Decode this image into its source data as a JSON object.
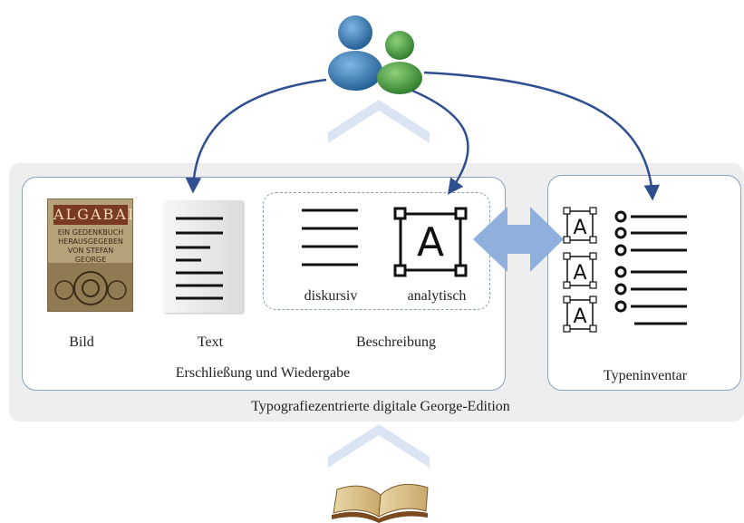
{
  "diagram": {
    "labels": {
      "bild": "Bild",
      "text": "Text",
      "beschreibung": "Beschreibung",
      "diskursiv": "diskursiv",
      "analytisch": "analytisch",
      "main_box": "Erschließung und Wiedergabe",
      "right_box": "Typeninventar",
      "outer": "Typografiezentrierte digitale George-Edition"
    },
    "book_cover": {
      "title": "ALGABAL",
      "text": "EIN GEDENKBUCH HERAUSGEGEBEN VON STEFAN GEORGE"
    },
    "icon_letter": "A",
    "colors": {
      "arrow": "#2f4f8f",
      "double_arrow": "#8fb0dc",
      "chevron": "#dbe4f2",
      "box_border": "#8ea2bf",
      "user_blue": "#2f6fa8",
      "user_green": "#3c8f3a"
    }
  }
}
